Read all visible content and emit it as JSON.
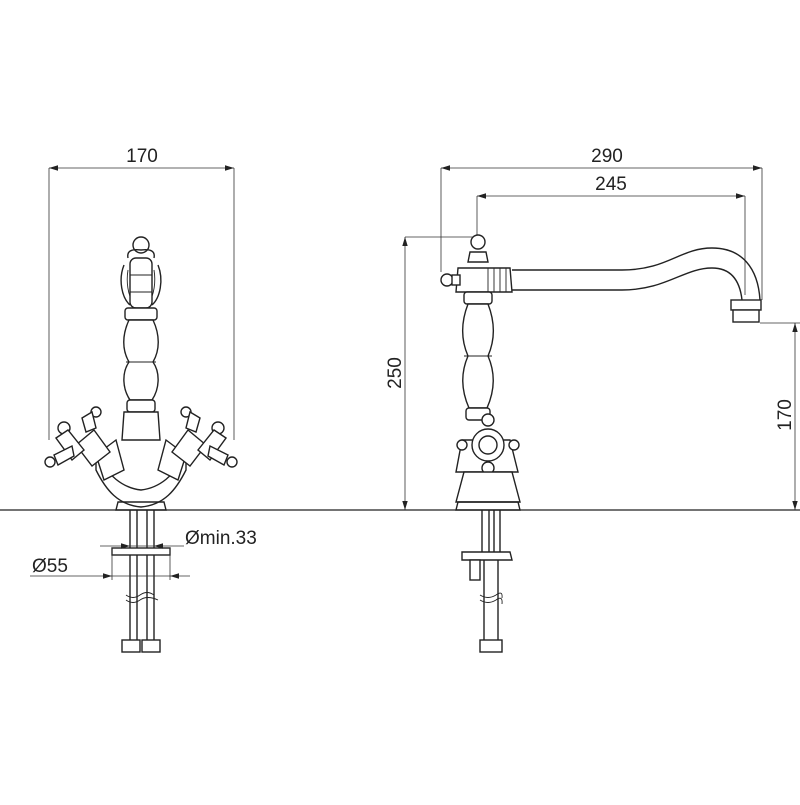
{
  "drawing": {
    "front_view": {
      "width_label": "170",
      "min_hole_label": "Ømin.33",
      "base_diameter_label": "Ø55"
    },
    "side_view": {
      "overall_reach_label": "290",
      "spout_reach_label": "245",
      "overall_height_label": "250",
      "spout_height_label": "170"
    },
    "colors": {
      "line": "#222222",
      "background": "#ffffff"
    }
  }
}
